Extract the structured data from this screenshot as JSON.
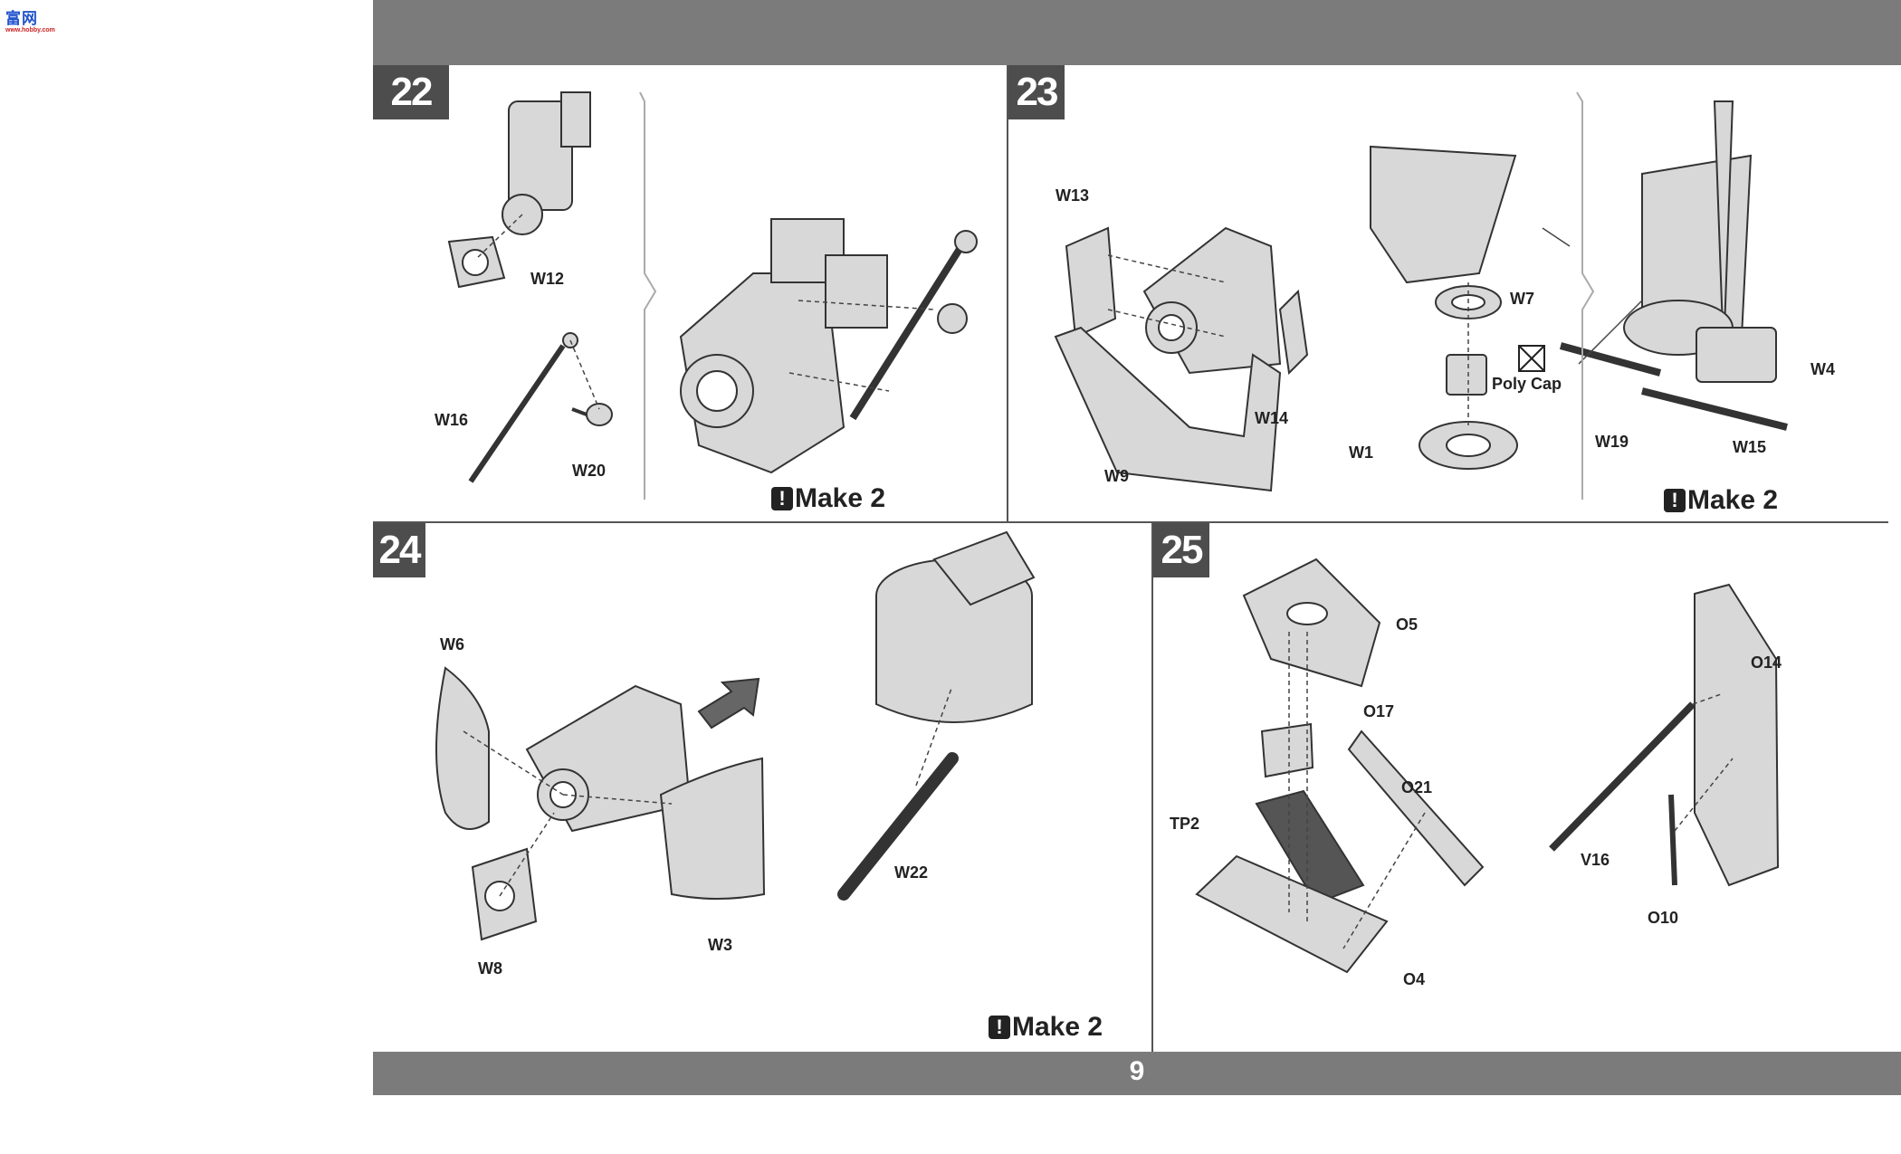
{
  "watermark": {
    "line1": "富网",
    "line2": "www.hobby.com"
  },
  "page_number": "9",
  "steps": [
    {
      "number": "22",
      "note": "Make 2",
      "parts": [
        "W12",
        "W16",
        "W20"
      ]
    },
    {
      "number": "23",
      "note": "Make 2",
      "parts": [
        "W13",
        "W14",
        "W9",
        "W7",
        "Poly Cap",
        "W1",
        "W4",
        "W19",
        "W15"
      ]
    },
    {
      "number": "24",
      "note": "Make 2",
      "parts": [
        "W6",
        "W8",
        "W3",
        "W22"
      ]
    },
    {
      "number": "25",
      "parts": [
        "O5",
        "O17",
        "O21",
        "TP2",
        "O4",
        "O14",
        "V16",
        "O10"
      ]
    }
  ]
}
